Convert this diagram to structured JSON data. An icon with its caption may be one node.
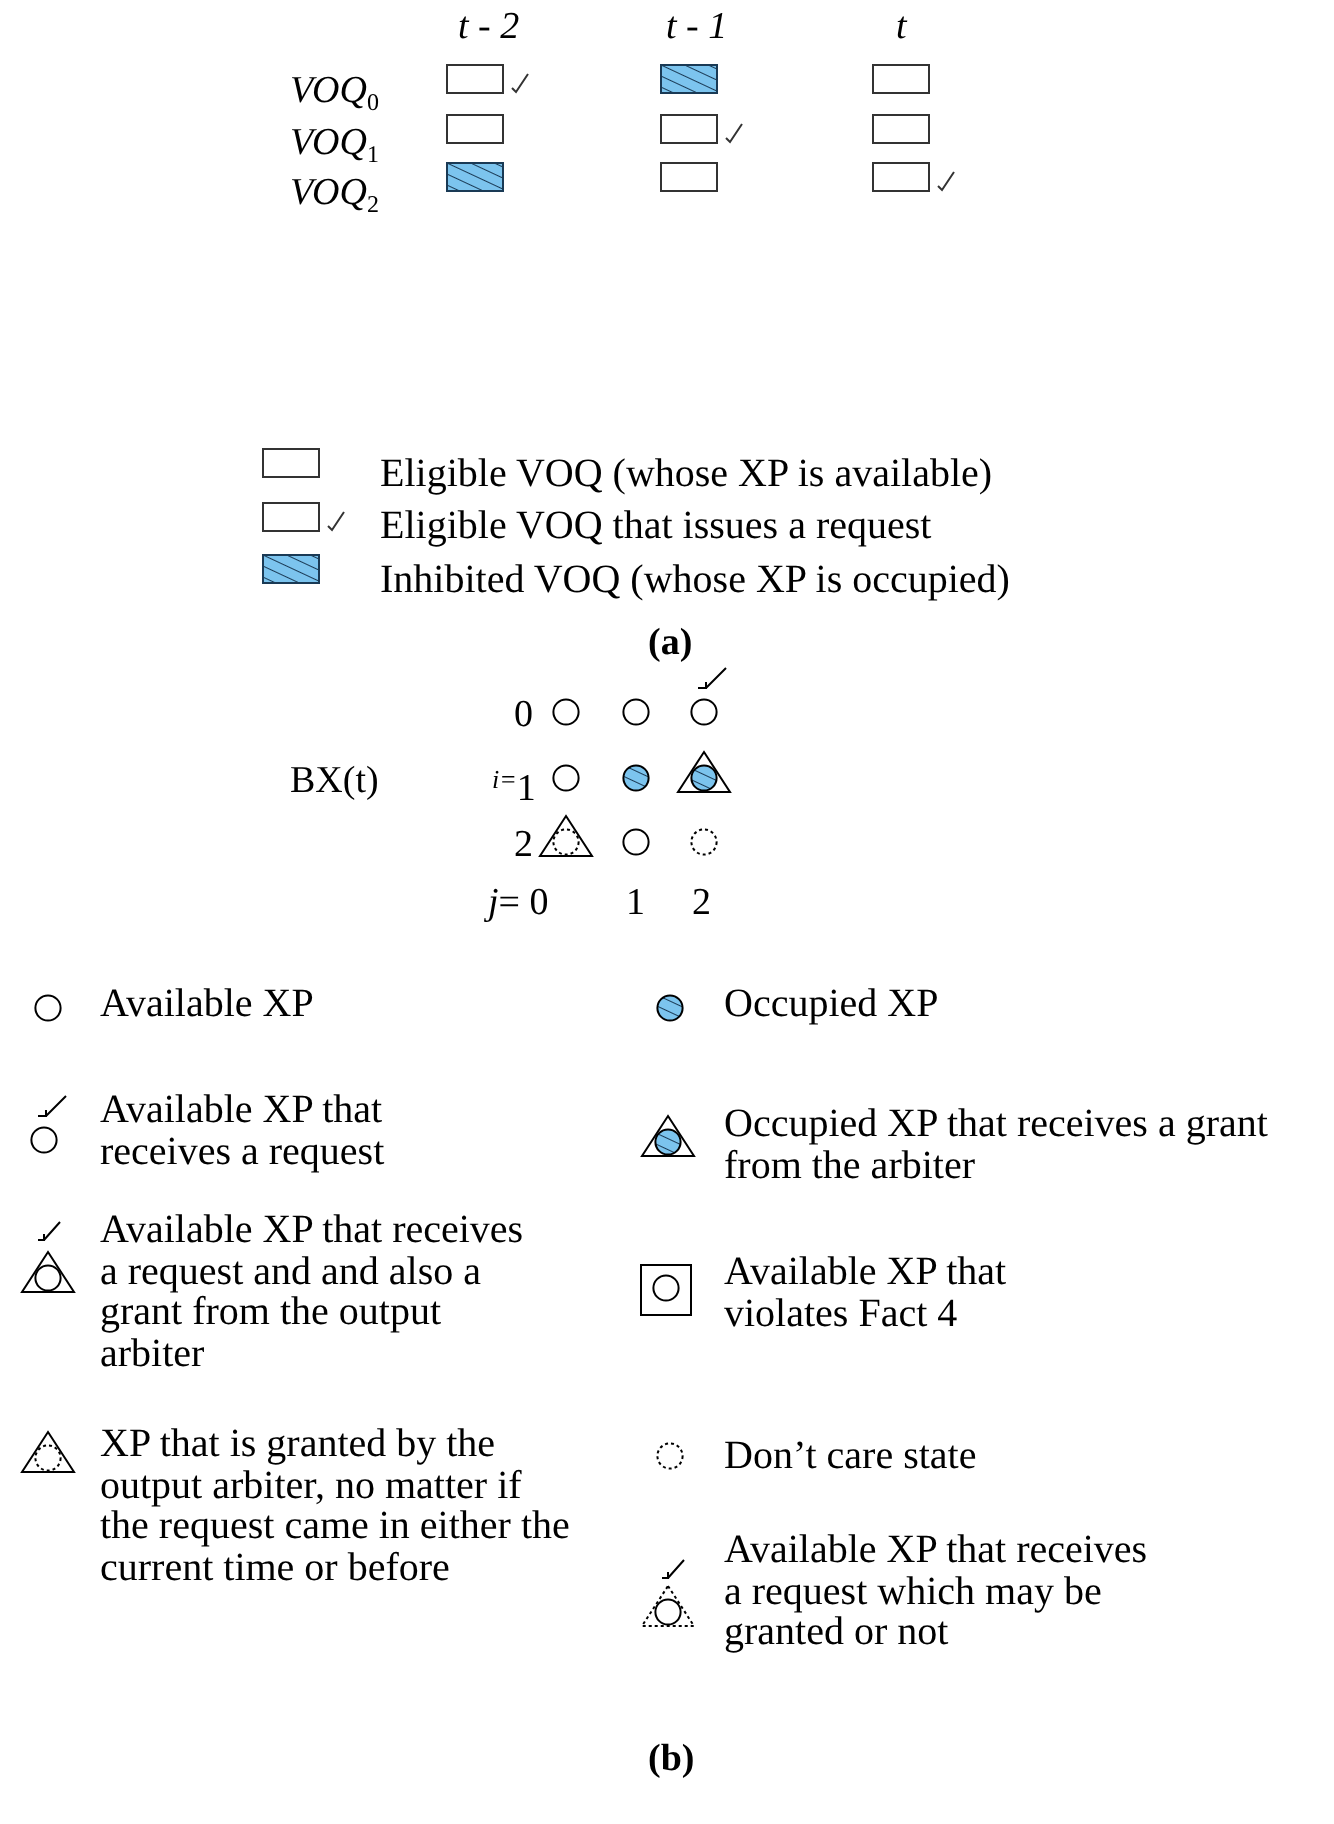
{
  "diagram": {
    "labels": [
      "t - 2",
      "t - 1",
      "t",
      "VOQ$_{0}$",
      "VOQ$_{1}$",
      "VOQ$_{2}$",
      "(a)",
      "0",
      "$^{i=}$1",
      "2",
      "BX(t)",
      "*j*= 0",
      "1",
      "2",
      "(b)"
    ],
    "legend": [
      {
        "text": "Eligible VOQ (whose XP is available)"
      },
      {
        "text": "Eligible VOQ that issues a request"
      },
      {
        "text": "Inhibited VOQ (whose XP is occupied)"
      },
      {
        "text": "Available XP"
      },
      {
        "text": "Occupied XP"
      },
      {
        "text": "Available XP that receives a request"
      },
      {
        "text": "Occupied XP that receives a grant from the arbiter"
      },
      {
        "text": "Available XP that receives a request and and also a grant from the output arbiter"
      },
      {
        "text": "Available XP that violates Fact 4"
      },
      {
        "text": "XP that is granted by the output arbiter, no matter if the request came in either the current time or before"
      },
      {
        "text": "Don’t care state"
      },
      {
        "text": "Available XP that receives a request which may be granted or not"
      }
    ]
  }
}
